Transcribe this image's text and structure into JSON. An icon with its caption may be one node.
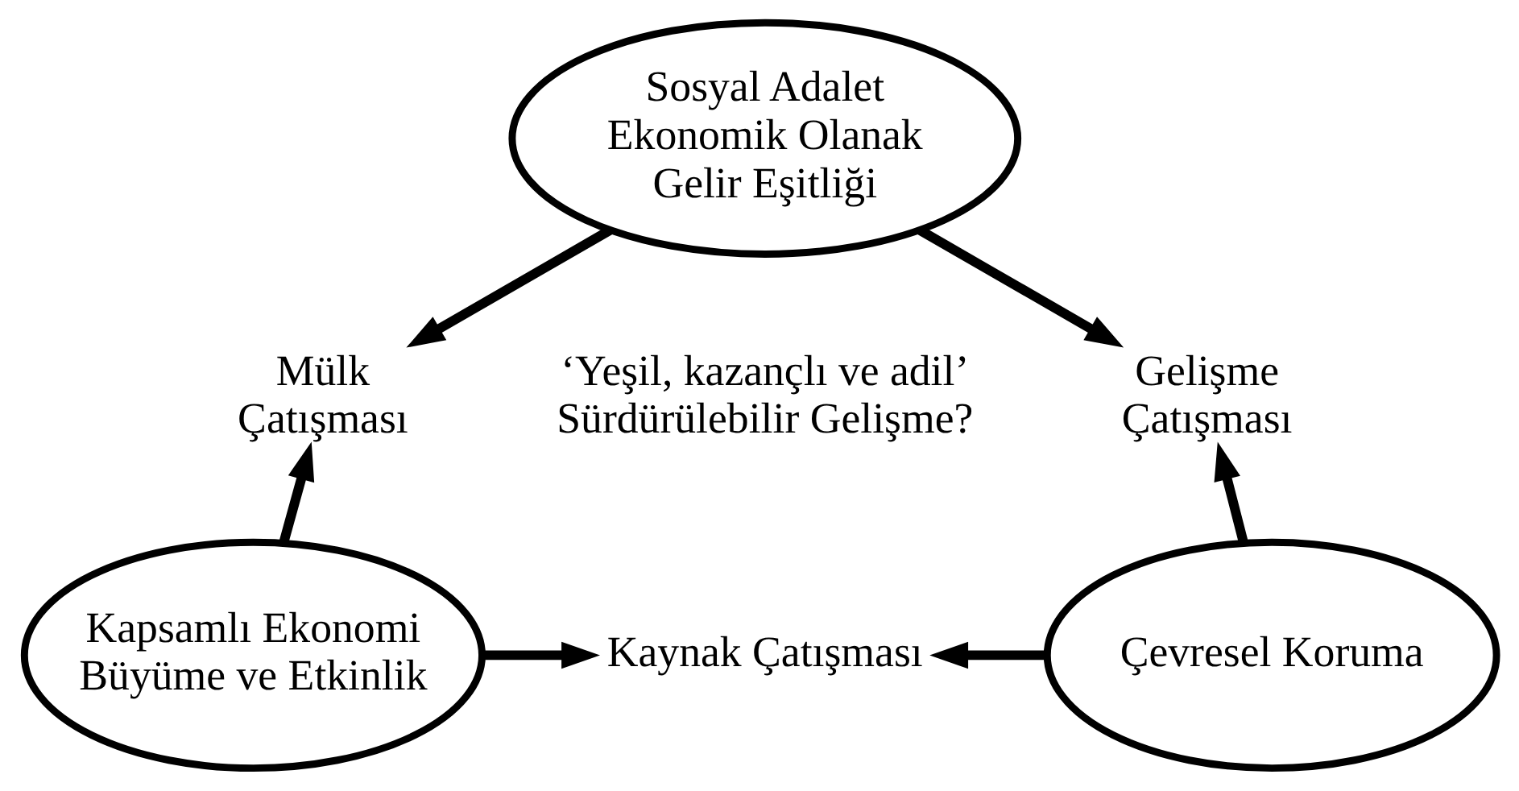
{
  "diagram": {
    "nodes": [
      {
        "text": [
          "Sosyal Adalet Ekonomik Olanak Gelir Eşitliği"
        ]
      },
      {
        "text": [
          "Mülk Çatışması"
        ]
      },
      {
        "text": [
          "Gelişme Çatışması"
        ]
      },
      {
        "text": [
          "Kapsamlı Ekonomi Büyüme ve Etkinlik"
        ]
      },
      {
        "text": [
          "Çevresel Koruma"
        ]
      },
      {
        "text": [
          "Kaynak Çatışması"
        ]
      }
    ],
    "edges": [
      {
        "from": 0,
        "to": 1,
        "arrow": "to"
      },
      {
        "from": 3,
        "to": 1,
        "arrow": "to"
      },
      {
        "from": 0,
        "to": 2,
        "arrow": "to"
      },
      {
        "from": 4,
        "to": 2,
        "arrow": "to"
      },
      {
        "from": 3,
        "to": 5,
        "arrow": "to"
      },
      {
        "from": 4,
        "to": 5,
        "arrow": "to"
      }
    ],
    "labels": [
      "‘Yeşil, kazançlı ve adil’ Sürdürülebilir Gelişme?"
    ]
  }
}
